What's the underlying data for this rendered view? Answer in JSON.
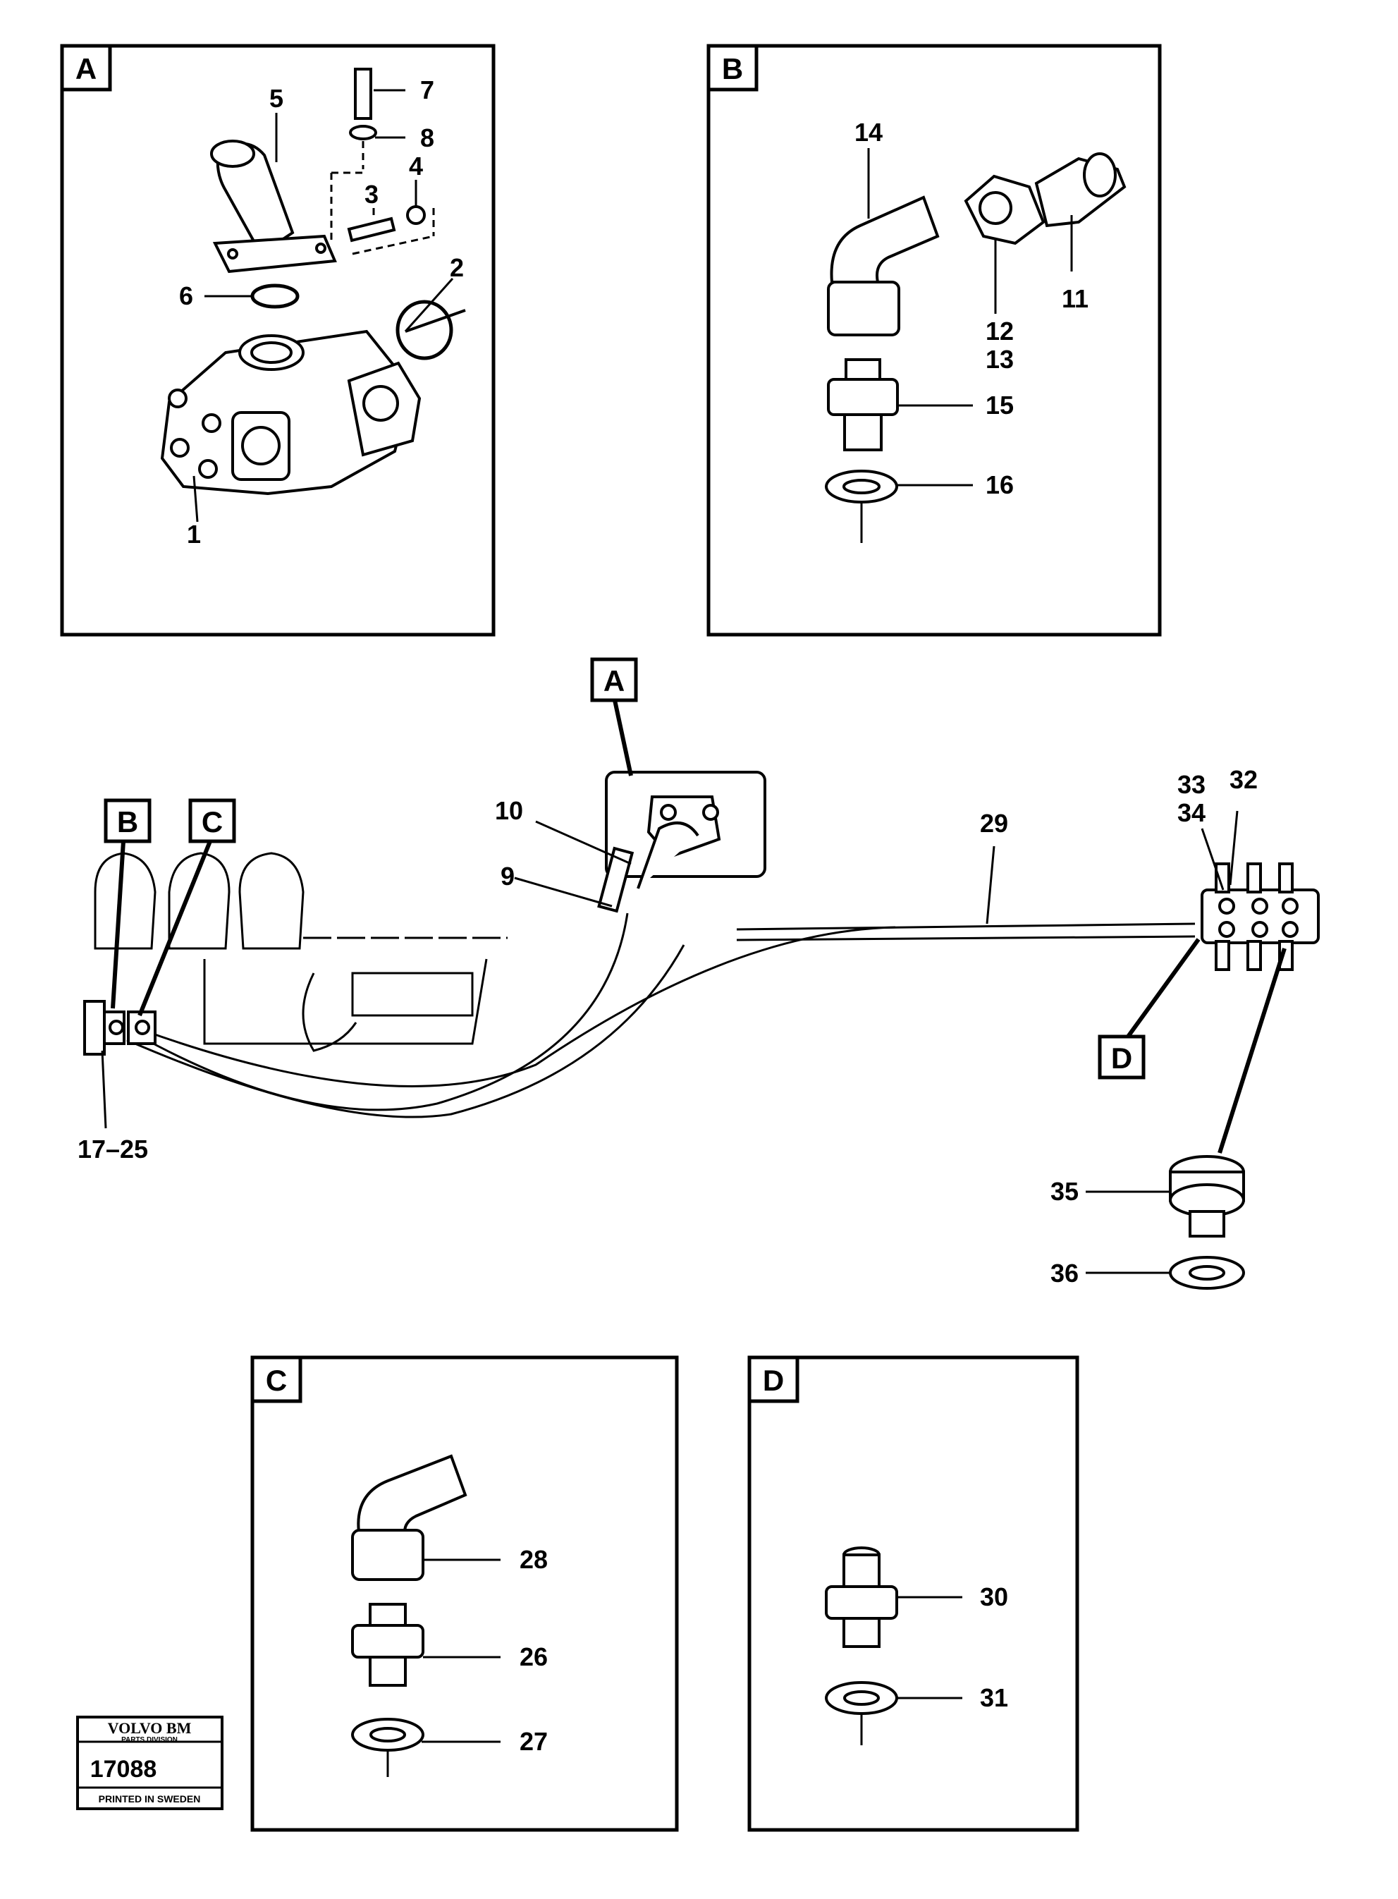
{
  "panels": {
    "A": {
      "tag": "A",
      "labels": [
        "1",
        "2",
        "3",
        "4",
        "5",
        "6",
        "7",
        "8"
      ]
    },
    "B": {
      "tag": "B",
      "labels": [
        "11",
        "12",
        "13",
        "14",
        "15",
        "16"
      ]
    },
    "C": {
      "tag": "C",
      "labels": [
        "26",
        "27",
        "28"
      ]
    },
    "D": {
      "tag": "D",
      "labels": [
        "30",
        "31"
      ]
    }
  },
  "overview": {
    "callouts": [
      "A",
      "B",
      "C",
      "D"
    ],
    "labels": {
      "l9": "9",
      "l10": "10",
      "l29": "29",
      "l32": "32",
      "l33": "33",
      "l34": "34",
      "l35": "35",
      "l36": "36",
      "l1725": "17–25"
    }
  },
  "stamp": {
    "brand": "VOLVO BM",
    "division": "PARTS DIVISION",
    "number": "17088",
    "printed": "PRINTED IN SWEDEN"
  }
}
